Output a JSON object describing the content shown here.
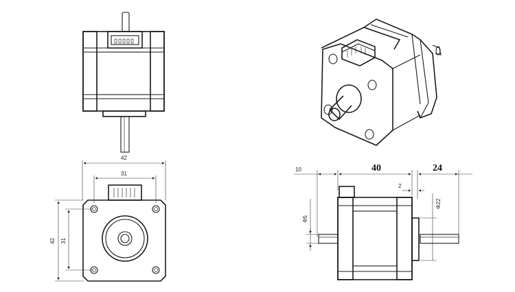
{
  "dimensions": {
    "front_width": "42",
    "front_hole_spacing_h": "31",
    "front_height": "42",
    "front_hole_spacing_v": "31",
    "side_flange": "10",
    "side_body_length": "40",
    "side_shaft_length": "24",
    "side_boss_height": "2",
    "side_shaft_dia": "Φ5",
    "side_boss_dia": "Φ22"
  }
}
